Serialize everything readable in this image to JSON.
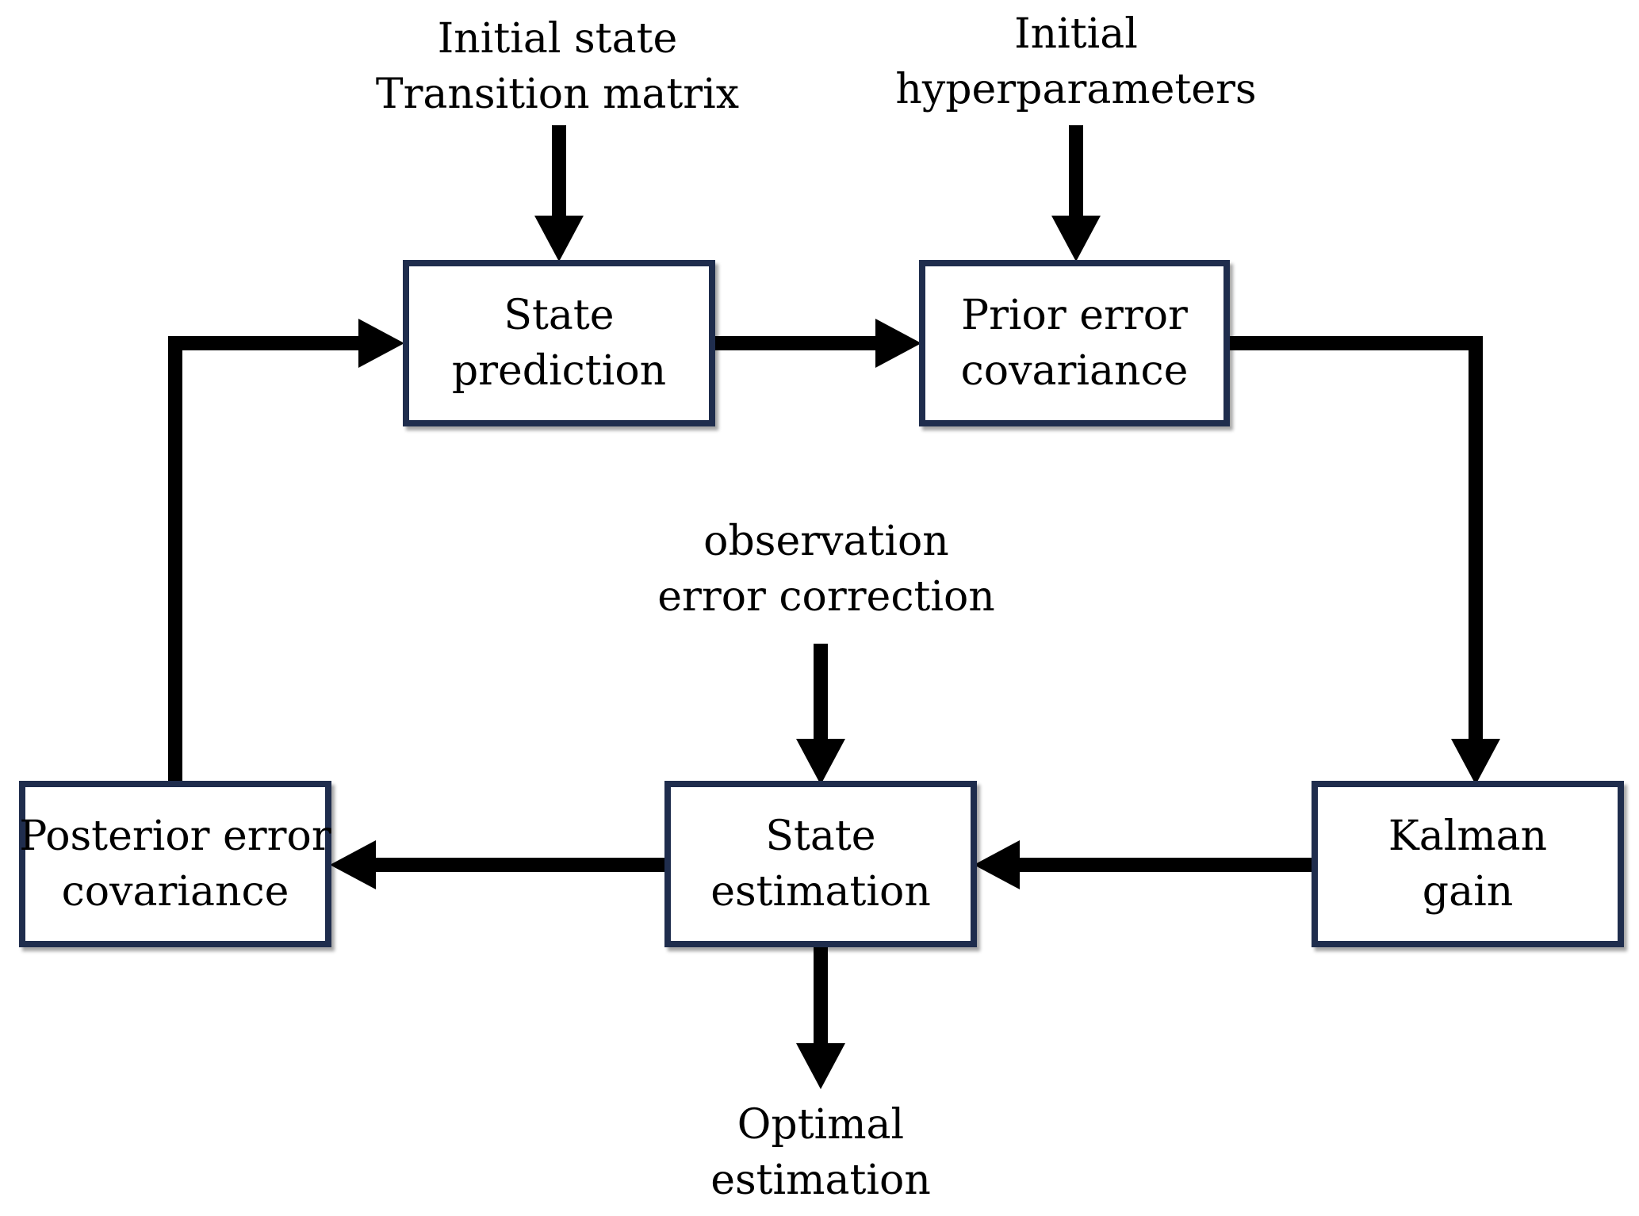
{
  "nodes": {
    "state_prediction": {
      "line1": "State",
      "line2": "prediction"
    },
    "prior_error_covariance": {
      "line1": "Prior error",
      "line2": "covariance"
    },
    "kalman_gain": {
      "line1": "Kalman",
      "line2": "gain"
    },
    "state_estimation": {
      "line1": "State",
      "line2": "estimation"
    },
    "posterior_error_covariance": {
      "line1": "Posterior error",
      "line2": "covariance"
    }
  },
  "inputs": {
    "initial_state": {
      "line1": "Initial state",
      "line2": "Transition matrix"
    },
    "initial_hyperparameters": {
      "line1": "Initial",
      "line2": "hyperparameters"
    },
    "observation": {
      "line1": "observation",
      "line2": "error correction"
    }
  },
  "outputs": {
    "optimal_estimation": {
      "line1": "Optimal",
      "line2": "estimation"
    }
  },
  "colors": {
    "box_border": "#1f2d4d",
    "arrow": "#000000",
    "background": "#ffffff"
  }
}
